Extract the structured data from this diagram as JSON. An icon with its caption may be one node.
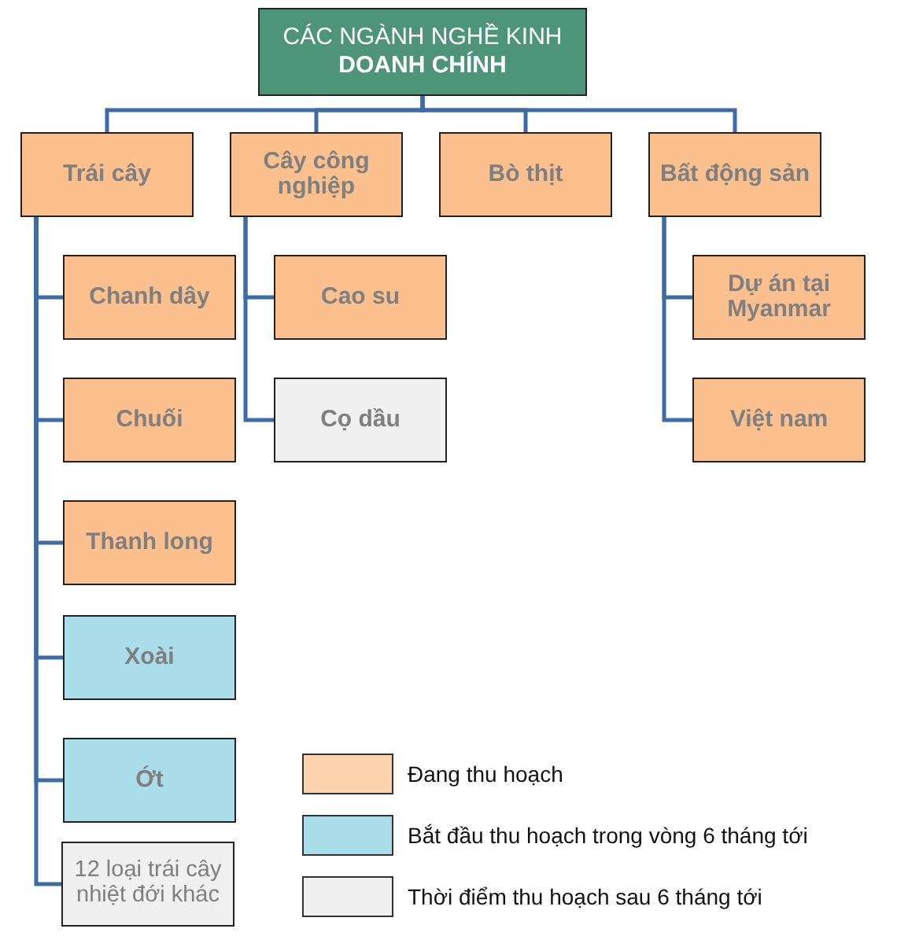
{
  "diagram": {
    "nodes": [
      {
        "text": [
          "CÁC NGÀNH NGHỀ KINH **DOANH CHÍNH**"
        ]
      },
      {
        "text": [
          "Trái cây"
        ]
      },
      {
        "text": [
          "Cây công nghiệp"
        ]
      },
      {
        "text": [
          "Bò thịt"
        ]
      },
      {
        "text": [
          "Bất động sản"
        ]
      },
      {
        "text": [
          "Chanh dây"
        ]
      },
      {
        "text": [
          "Chuối"
        ]
      },
      {
        "text": [
          "Thanh long"
        ]
      },
      {
        "text": [
          "Xoài"
        ]
      },
      {
        "text": [
          "Ớt"
        ]
      },
      {
        "text": [
          "12 loại trái cây nhiệt đới khác"
        ]
      },
      {
        "text": [
          "Cao su"
        ]
      },
      {
        "text": [
          "Cọ dầu"
        ]
      },
      {
        "text": [
          "Dự án tại Myanmar"
        ]
      },
      {
        "text": [
          "Việt nam"
        ]
      }
    ],
    "edges": [
      {
        "from": 0,
        "to": 1,
        "arrow": "none"
      },
      {
        "from": 0,
        "to": 2,
        "arrow": "none"
      },
      {
        "from": 0,
        "to": 3,
        "arrow": "none"
      },
      {
        "from": 0,
        "to": 4,
        "arrow": "none"
      },
      {
        "from": 1,
        "to": 5,
        "arrow": "none"
      },
      {
        "from": 1,
        "to": 6,
        "arrow": "none"
      },
      {
        "from": 1,
        "to": 7,
        "arrow": "none"
      },
      {
        "from": 1,
        "to": 8,
        "arrow": "none"
      },
      {
        "from": 1,
        "to": 9,
        "arrow": "none"
      },
      {
        "from": 1,
        "to": 10,
        "arrow": "none"
      },
      {
        "from": 2,
        "to": 11,
        "arrow": "none"
      },
      {
        "from": 2,
        "to": 12,
        "arrow": "none"
      },
      {
        "from": 4,
        "to": 13,
        "arrow": "none"
      },
      {
        "from": 4,
        "to": 14,
        "arrow": "none"
      }
    ],
    "legend": [
      {
        "text": "Đang thu hoạch",
        "color": "#fdd3ae"
      },
      {
        "text": "Bắt đầu thu hoạch trong vòng 6 tháng tới",
        "color": "#a9dde9"
      },
      {
        "text": "Thời điểm thu hoạch sau 6 tháng tới",
        "color": "#f0f0f0"
      }
    ]
  }
}
